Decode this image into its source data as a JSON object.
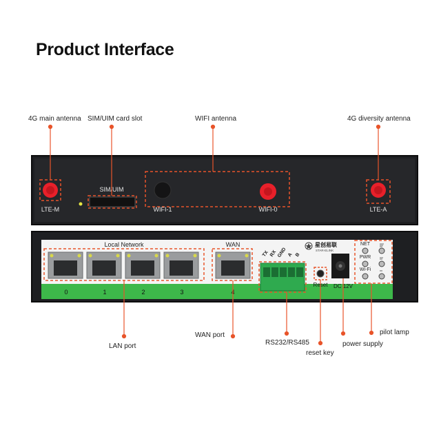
{
  "title": "Product Interface",
  "callouts": {
    "main_antenna": "4G main antenna",
    "sim_slot": "SIM/UIM card slot",
    "wifi_antenna": "WIFI antenna",
    "diversity_antenna": "4G diversity antenna",
    "lan_port": "LAN port",
    "wan_port": "WAN port",
    "serial": "RS232/RS485",
    "reset_key": "reset key",
    "power_supply": "power supply",
    "pilot_lamp": "pilot lamp"
  },
  "front_panel": {
    "lte_m": "LTE-M",
    "sim_uim": "SIM/UIM",
    "wifi_1": "WIFI-1",
    "wifi_0": "WIFI-0",
    "lte_a": "LTE-A"
  },
  "back_panel": {
    "local_network": "Local Network",
    "wan": "WAN",
    "port_numbers": [
      "0",
      "1",
      "2",
      "3",
      "4"
    ],
    "terminal_labels": [
      "TX",
      "RX",
      "GND",
      "A",
      "B"
    ],
    "reset": "Reset",
    "dc": "DC 12V",
    "leds": [
      "NET",
      "PWR",
      "Wi-Fi"
    ],
    "brand": "星创易联",
    "brand_sub": "STAR-ELINK"
  },
  "colors": {
    "accent": "#e8542a",
    "antenna": "#e8202a",
    "panel_dark": "#1e1f22",
    "green_strip": "#3db84a",
    "terminal_green": "#2faa4f"
  }
}
